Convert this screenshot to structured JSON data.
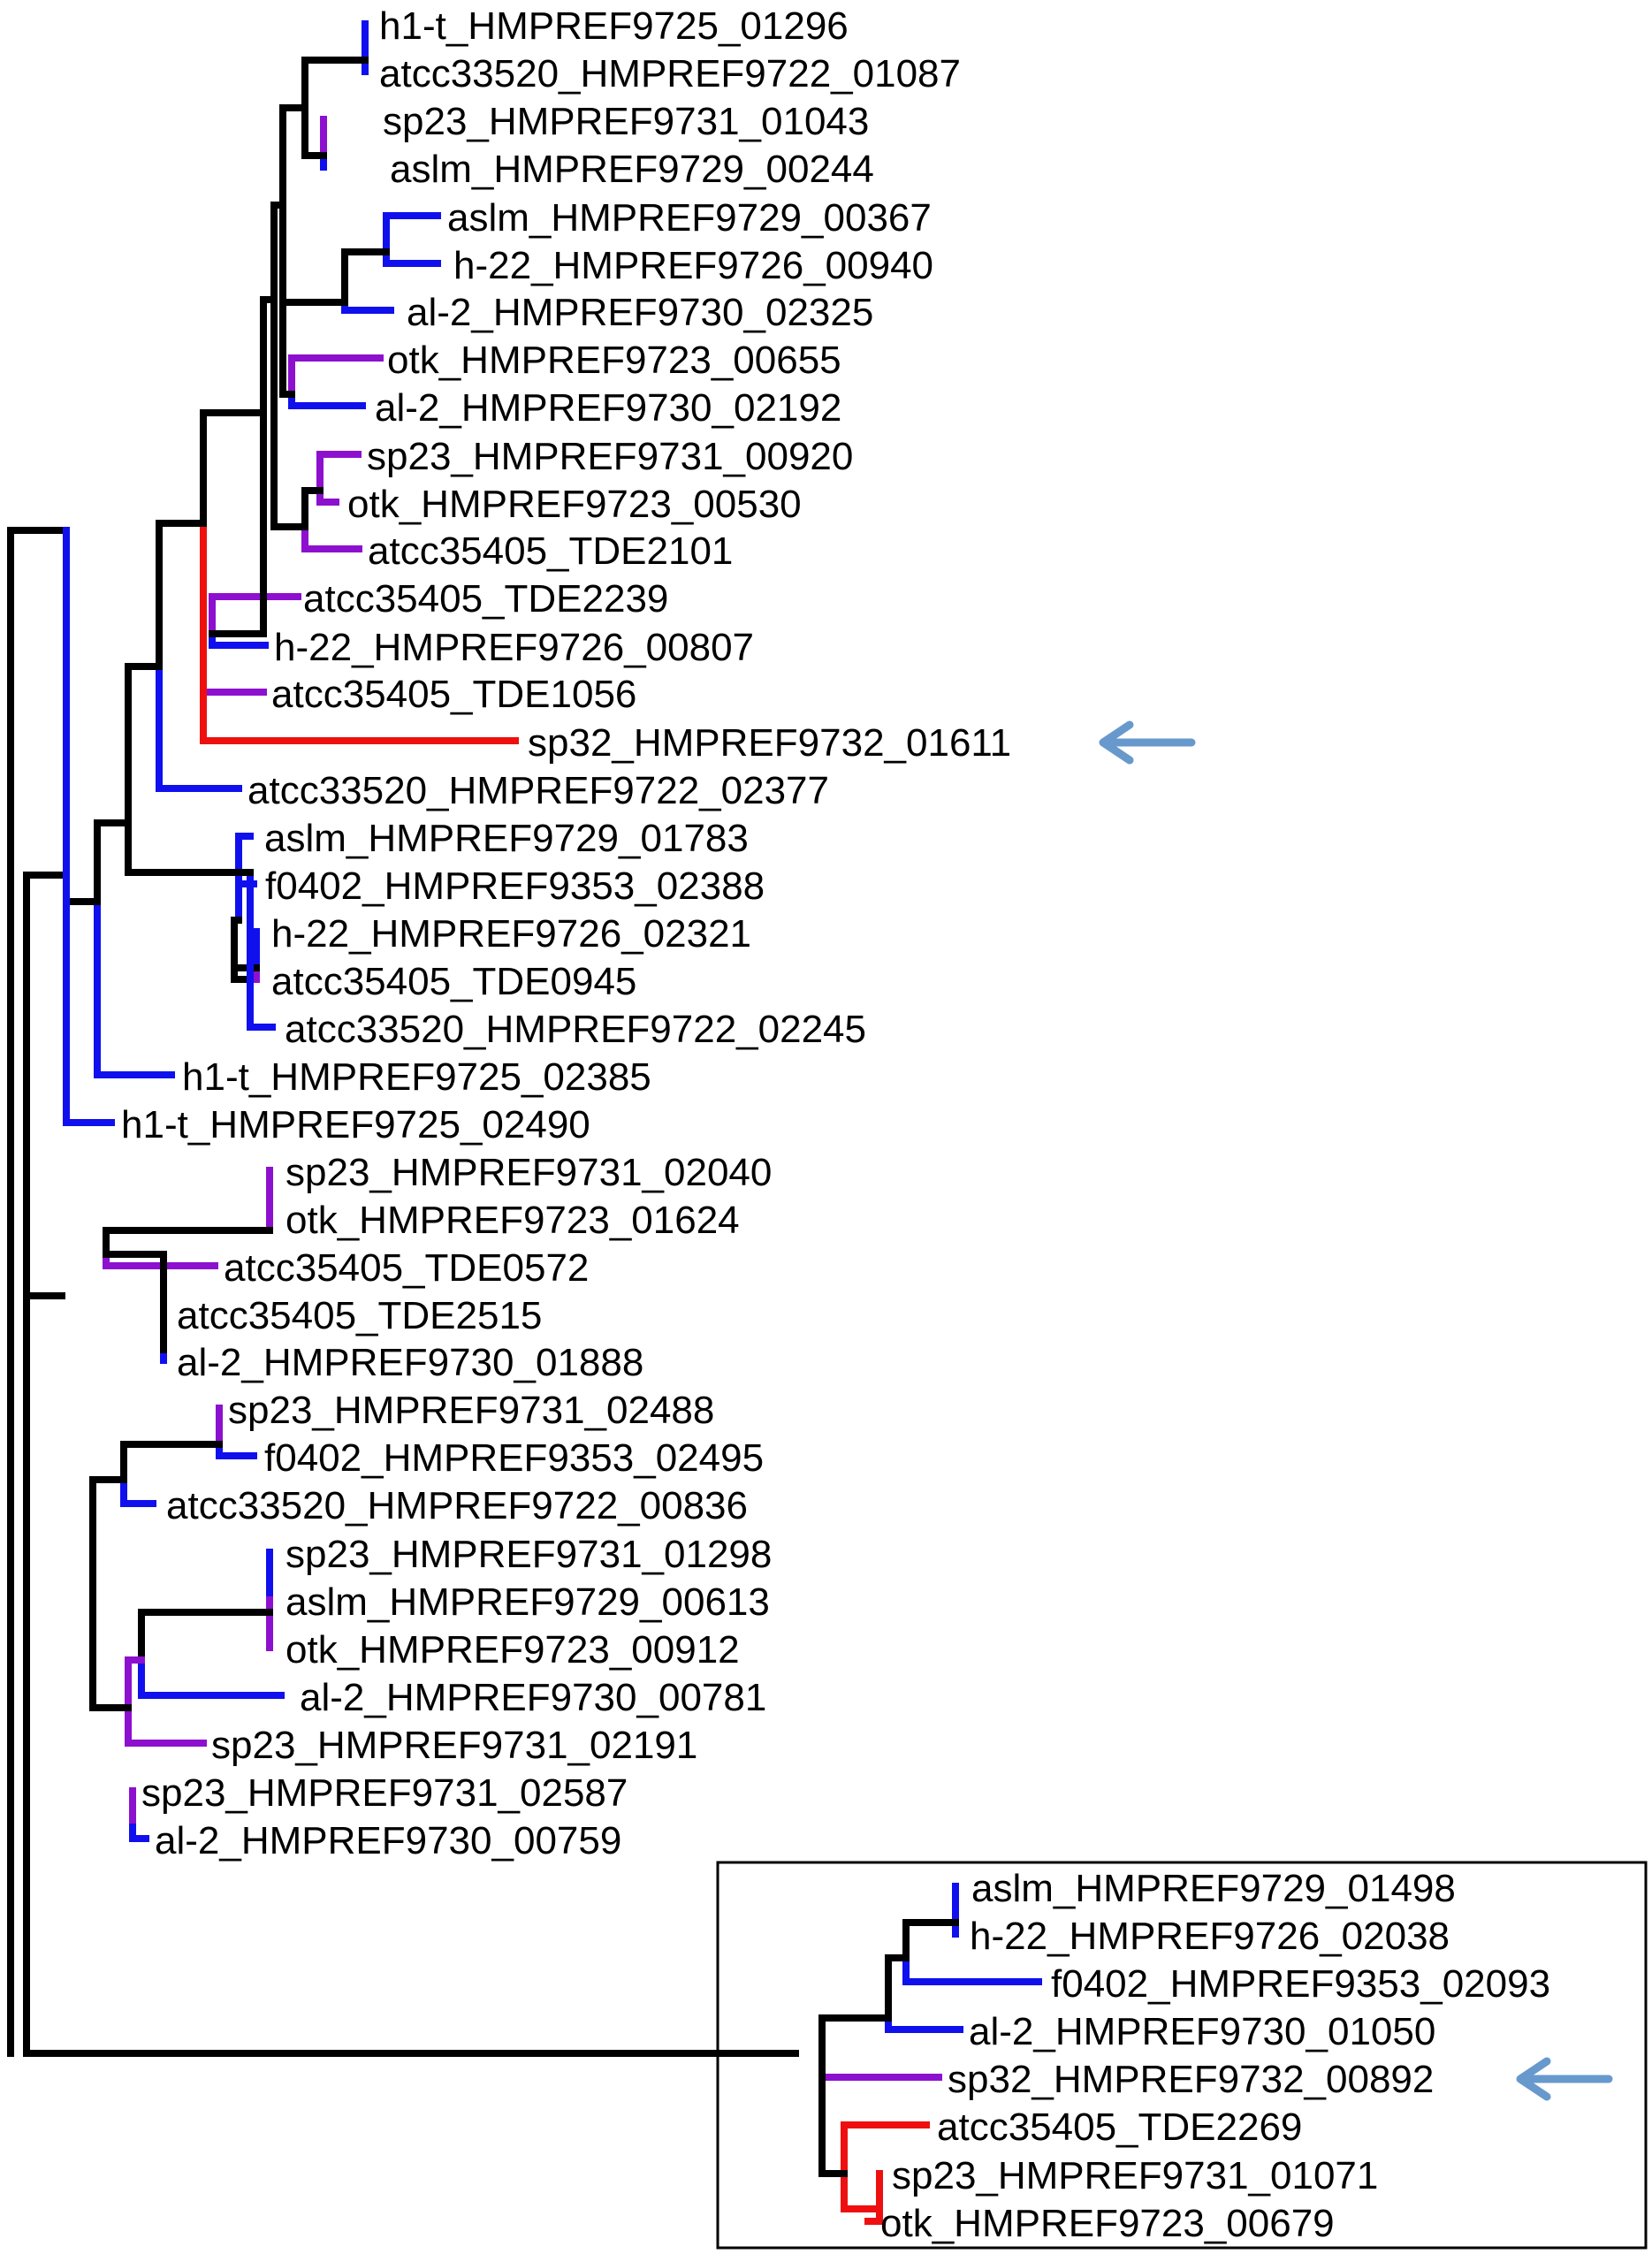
{
  "colors": {
    "black": "#000000",
    "blue": "#1010ee",
    "purple": "#8d10cf",
    "red": "#ee1010",
    "arrow": "#6799cc"
  },
  "arrow_icon": "left-arrow-icon",
  "leaves": [
    {
      "id": "l1",
      "label": "h1-t_HMPREF9725_01296"
    },
    {
      "id": "l2",
      "label": "atcc33520_HMPREF9722_01087"
    },
    {
      "id": "l3",
      "label": "sp23_HMPREF9731_01043"
    },
    {
      "id": "l4",
      "label": "aslm_HMPREF9729_00244"
    },
    {
      "id": "l5",
      "label": "aslm_HMPREF9729_00367"
    },
    {
      "id": "l6",
      "label": "h-22_HMPREF9726_00940"
    },
    {
      "id": "l7",
      "label": "al-2_HMPREF9730_02325"
    },
    {
      "id": "l8",
      "label": "otk_HMPREF9723_00655"
    },
    {
      "id": "l9",
      "label": "al-2_HMPREF9730_02192"
    },
    {
      "id": "l10",
      "label": "sp23_HMPREF9731_00920"
    },
    {
      "id": "l11",
      "label": "otk_HMPREF9723_00530"
    },
    {
      "id": "l12",
      "label": "atcc35405_TDE2101"
    },
    {
      "id": "l13",
      "label": "atcc35405_TDE2239"
    },
    {
      "id": "l14",
      "label": "h-22_HMPREF9726_00807"
    },
    {
      "id": "l15",
      "label": "atcc35405_TDE1056"
    },
    {
      "id": "l16",
      "label": "sp32_HMPREF9732_01611"
    },
    {
      "id": "l17",
      "label": "atcc33520_HMPREF9722_02377"
    },
    {
      "id": "l18",
      "label": "aslm_HMPREF9729_01783"
    },
    {
      "id": "l19",
      "label": "f0402_HMPREF9353_02388"
    },
    {
      "id": "l20",
      "label": "h-22_HMPREF9726_02321"
    },
    {
      "id": "l21",
      "label": "atcc35405_TDE0945"
    },
    {
      "id": "l22",
      "label": "atcc33520_HMPREF9722_02245"
    },
    {
      "id": "l23",
      "label": "h1-t_HMPREF9725_02385"
    },
    {
      "id": "l24",
      "label": "h1-t_HMPREF9725_02490"
    },
    {
      "id": "l25",
      "label": "sp23_HMPREF9731_02040"
    },
    {
      "id": "l26",
      "label": "otk_HMPREF9723_01624"
    },
    {
      "id": "l27",
      "label": "atcc35405_TDE0572"
    },
    {
      "id": "l28",
      "label": "atcc35405_TDE2515"
    },
    {
      "id": "l29",
      "label": "al-2_HMPREF9730_01888"
    },
    {
      "id": "l30",
      "label": "sp23_HMPREF9731_02488"
    },
    {
      "id": "l31",
      "label": "f0402_HMPREF9353_02495"
    },
    {
      "id": "l32",
      "label": "atcc33520_HMPREF9722_00836"
    },
    {
      "id": "l33",
      "label": "sp23_HMPREF9731_01298"
    },
    {
      "id": "l34",
      "label": "aslm_HMPREF9729_00613"
    },
    {
      "id": "l35",
      "label": "otk_HMPREF9723_00912"
    },
    {
      "id": "l36",
      "label": "al-2_HMPREF9730_00781"
    },
    {
      "id": "l37",
      "label": "sp23_HMPREF9731_02191"
    },
    {
      "id": "l38",
      "label": "sp23_HMPREF9731_02587"
    },
    {
      "id": "l39",
      "label": "al-2_HMPREF9730_00759"
    },
    {
      "id": "l40",
      "label": "aslm_HMPREF9729_01498"
    },
    {
      "id": "l41",
      "label": "h-22_HMPREF9726_02038"
    },
    {
      "id": "l42",
      "label": "f0402_HMPREF9353_02093"
    },
    {
      "id": "l43",
      "label": "al-2_HMPREF9730_01050"
    },
    {
      "id": "l44",
      "label": "sp32_HMPREF9732_00892"
    },
    {
      "id": "l45",
      "label": "atcc35405_TDE2269"
    },
    {
      "id": "l46",
      "label": "sp23_HMPREF9731_01071"
    },
    {
      "id": "l47",
      "label": "otk_HMPREF9723_00679"
    }
  ]
}
